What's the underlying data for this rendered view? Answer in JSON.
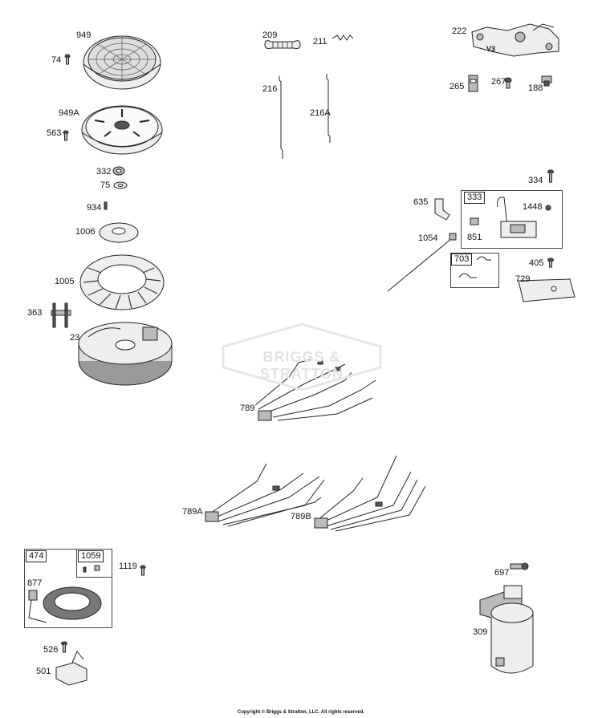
{
  "watermark": "BRIGGS & STRATTON",
  "copyright": "Copyright © Briggs & Stratton, LLC. All rights reserved.",
  "callouts": {
    "p949": "949",
    "p74": "74",
    "p949a": "949A",
    "p563": "563",
    "p332": "332",
    "p75": "75",
    "p934": "934",
    "p1006": "1006",
    "p1005": "1005",
    "p363": "363",
    "p23": "23",
    "p209": "209",
    "p211": "211",
    "p216": "216",
    "p216a": "216A",
    "p222": "222",
    "p265": "265",
    "p267": "267",
    "p188": "188",
    "p334": "334",
    "p635": "635",
    "p333": "333",
    "p1448": "1448",
    "p851": "851",
    "p1054": "1054",
    "p703": "703",
    "p405": "405",
    "p729": "729",
    "p789": "789",
    "p789a": "789A",
    "p789b": "789B",
    "p474": "474",
    "p1059": "1059",
    "p877": "877",
    "p1119": "1119",
    "p526": "526",
    "p501": "501",
    "p697": "697",
    "p309": "309"
  },
  "part_marks": {
    "v3": "V3"
  }
}
